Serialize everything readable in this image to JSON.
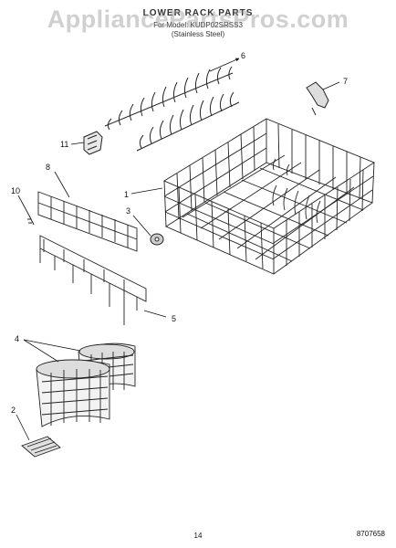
{
  "header": {
    "title": "LOWER RACK PARTS",
    "reference": "For Model: KUDP02SRSS3",
    "variant": "(Stainless Steel)"
  },
  "watermark": "AppliancePartsPros.com",
  "callouts": {
    "c1": "1",
    "c2": "2",
    "c3": "3",
    "c4": "4",
    "c5": "5",
    "c6": "6",
    "c7": "7",
    "c8": "8",
    "c10": "10",
    "c11": "11"
  },
  "footer": {
    "page_number": "14",
    "document_number": "8707658"
  }
}
